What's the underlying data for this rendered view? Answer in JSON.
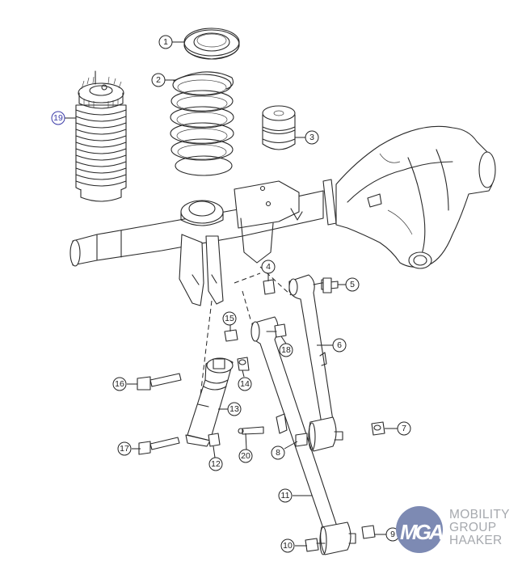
{
  "diagram": {
    "title": "Rear suspension exploded view",
    "callouts": [
      {
        "n": "1",
        "part": "spring-isolator-upper"
      },
      {
        "n": "2",
        "part": "coil-spring"
      },
      {
        "n": "3",
        "part": "jounce-bumper"
      },
      {
        "n": "4",
        "part": "nut"
      },
      {
        "n": "5",
        "part": "bolt"
      },
      {
        "n": "6",
        "part": "upper-control-arm"
      },
      {
        "n": "7",
        "part": "nut"
      },
      {
        "n": "8",
        "part": "bolt"
      },
      {
        "n": "9",
        "part": "nut"
      },
      {
        "n": "10",
        "part": "bolt"
      },
      {
        "n": "11",
        "part": "lower-control-arm"
      },
      {
        "n": "12",
        "part": "nut"
      },
      {
        "n": "13",
        "part": "shock-absorber"
      },
      {
        "n": "14",
        "part": "nut"
      },
      {
        "n": "15",
        "part": "nut"
      },
      {
        "n": "16",
        "part": "bolt"
      },
      {
        "n": "17",
        "part": "bolt"
      },
      {
        "n": "18",
        "part": "bolt"
      },
      {
        "n": "19",
        "part": "air-spring"
      },
      {
        "n": "20",
        "part": "stud"
      }
    ],
    "highlight_color": "#3a3aa8"
  },
  "logo": {
    "mark": "MGA",
    "line1": "MOBILITY",
    "line2": "GROUP",
    "line3": "HAAKER",
    "circle_color": "#7d8ab3",
    "text_color": "#a6a9ae"
  }
}
